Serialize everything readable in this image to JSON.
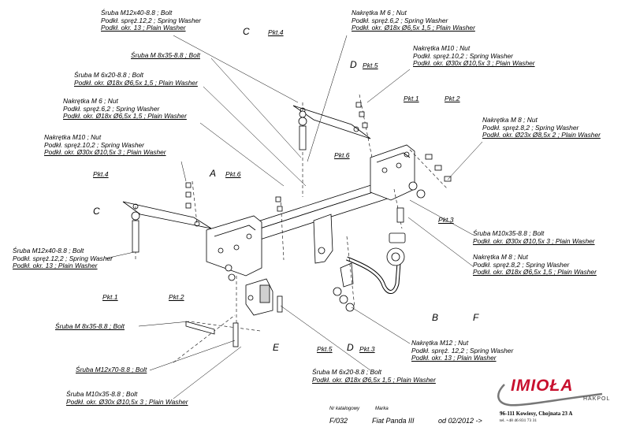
{
  "labels": {
    "screw_m12x40_top": [
      "Śruba M12x40-8.8 ;  Bolt",
      "Podkł. spręż.12,2 ; Spring Washer",
      "Podkł. okr. 13 ; Plain Washer"
    ],
    "screw_m8x35_top": [
      "Śruba M 8x35-8.8 ;  Bolt"
    ],
    "screw_m6x20_top": [
      "Śruba M 6x20-8.8 ;  Bolt",
      "Podkł. okr. Ø18x Ø6,5x 1,5 ; Plain Washer"
    ],
    "nut_m6_left": [
      "Nakrętka  M 6 ; Nut",
      "Podkł. spręż.6,2 ; Spring Washer",
      "Podkł. okr. Ø18x Ø6,5x 1,5 ; Plain Washer"
    ],
    "nut_m10_left": [
      "Nakrętka  M10 ; Nut",
      "Podkł. spręż.10,2 ; Spring Washer",
      "Podkł. okr.  Ø30x Ø10,5x 3 ; Plain Washer"
    ],
    "nut_m6_top": [
      "Nakrętka  M 6 ; Nut",
      "Podkł. spręż.6,2 ; Spring Washer",
      "Podkł. okr. Ø18x Ø6,5x 1,5 ; Plain Washer"
    ],
    "nut_m10_top": [
      "Nakrętka  M10 ; Nut",
      "Podkł. spręż.10,2 ; Spring Washer",
      "Podkł. okr.  Ø30x Ø10,5x 3 ; Plain Washer"
    ],
    "nut_m8_right_top": [
      "Nakrętka  M 8 ; Nut",
      "Podkł. spręż.8,2 ; Spring Washer",
      "Podkł. okr.  Ø23x Ø8,5x 2 ; Plain Washer"
    ],
    "screw_m12x40_left": [
      "Śruba M12x40-8.8 ;  Bolt",
      "Podkł. spręż.12,2 ; Spring Washer",
      "Podkł. okr. 13 ; Plain Washer"
    ],
    "screw_m10x35_right": [
      "Śruba M10x35-8.8 ;  Bolt",
      "Podkł. okr.  Ø30x Ø10,5x 3 ; Plain Washer"
    ],
    "nut_m8_right_mid": [
      "Nakrętka  M 8 ; Nut",
      "Podkł. spręż.8,2 ; Spring Washer",
      "Podkł. okr. Ø18x Ø6,5x 1,5 ; Plain Washer"
    ],
    "screw_m8x35_left": [
      "Śruba M 8x35-8.8 ;  Bolt"
    ],
    "nut_m12_bottom": [
      "Nakrętka  M12 ; Nut",
      "Podkł. spręż. 12,2 ; Spring Washer",
      "Podkł. okr. 13 ; Plain Washer"
    ],
    "screw_m12x70_bottom": [
      "Śruba M12x70-8.8 ;  Bolt"
    ],
    "screw_m6x20_bottom": [
      "Śruba M 6x20-8.8 ;  Bolt",
      "Podkł. okr.  Ø18x Ø6,5x 1,5 ; Plain Washer"
    ],
    "screw_m10x35_bottom": [
      "Śruba M10x35-8.8 ;  Bolt",
      "Podkł. okr.  Ø30x Ø10,5x 3 ; Plain Washer"
    ]
  },
  "points": {
    "pkt4_top": "Pkt.4",
    "pkt5_top": "Pkt.5",
    "pkt1_top": "Pkt.1",
    "pkt2_top": "Pkt.2",
    "pkt6_right": "Pkt.6",
    "pkt3_right": "Pkt.3",
    "pkt4_left": "Pkt.4",
    "pkt6_mid": "Pkt.6",
    "pkt1_left": "Pkt.1",
    "pkt2_left": "Pkt.2",
    "pkt5_bottom": "Pkt.5",
    "pkt3_bottom": "Pkt.3"
  },
  "letters": {
    "c_top": "C",
    "d_top": "D",
    "c_left": "C",
    "a": "A",
    "b": "B",
    "f": "F",
    "e": "E",
    "d_bottom": "D"
  },
  "footer": {
    "catalog_label": "Nr katalogowy",
    "brand_label": "Marka",
    "catalog_number": "F/032",
    "car_model": "Fiat Panda III",
    "date": "od 02/2012 ->",
    "company": "IMIOŁA",
    "company_sub": "HAKPOL",
    "address": "96-111 Kowiesy, Chojnata 23 A",
    "phone": "tel. +48 46 831 73 31"
  },
  "colors": {
    "brand": "#c8102e",
    "ink": "#000000"
  }
}
